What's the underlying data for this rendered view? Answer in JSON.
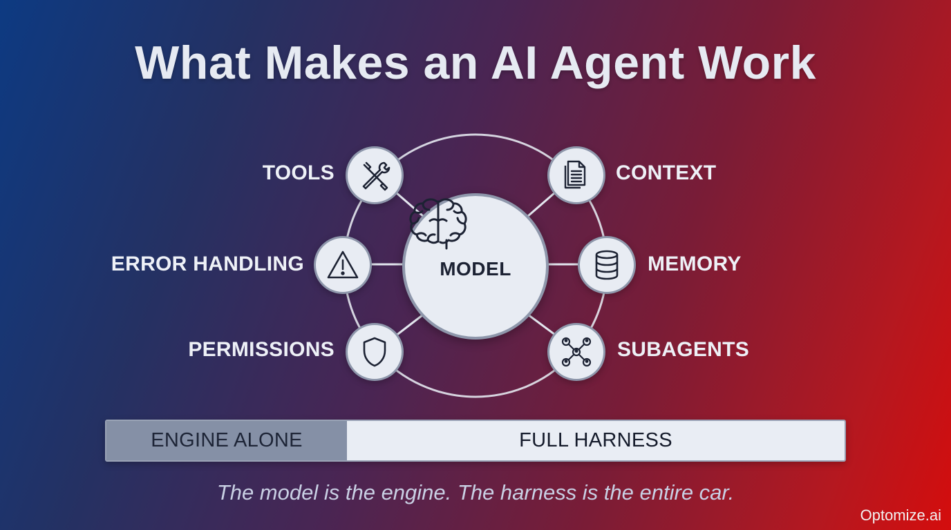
{
  "title": "What Makes an AI Agent Work",
  "center": {
    "label": "MODEL",
    "icon": "brain-icon"
  },
  "nodes": [
    {
      "label": "TOOLS",
      "icon": "tools-icon"
    },
    {
      "label": "CONTEXT",
      "icon": "document-icon"
    },
    {
      "label": "ERROR HANDLING",
      "icon": "warning-icon"
    },
    {
      "label": "MEMORY",
      "icon": "database-icon"
    },
    {
      "label": "PERMISSIONS",
      "icon": "shield-icon"
    },
    {
      "label": "SUBAGENTS",
      "icon": "network-icon"
    }
  ],
  "comparison": {
    "left": "ENGINE ALONE",
    "right": "FULL HARNESS"
  },
  "tagline": "The model is the engine. The harness is the entire car.",
  "brand": "Optomize.ai",
  "colors": {
    "node_fill": "#e8ecf3",
    "node_border": "#8e97ab",
    "ring": "#e4e8f0"
  }
}
